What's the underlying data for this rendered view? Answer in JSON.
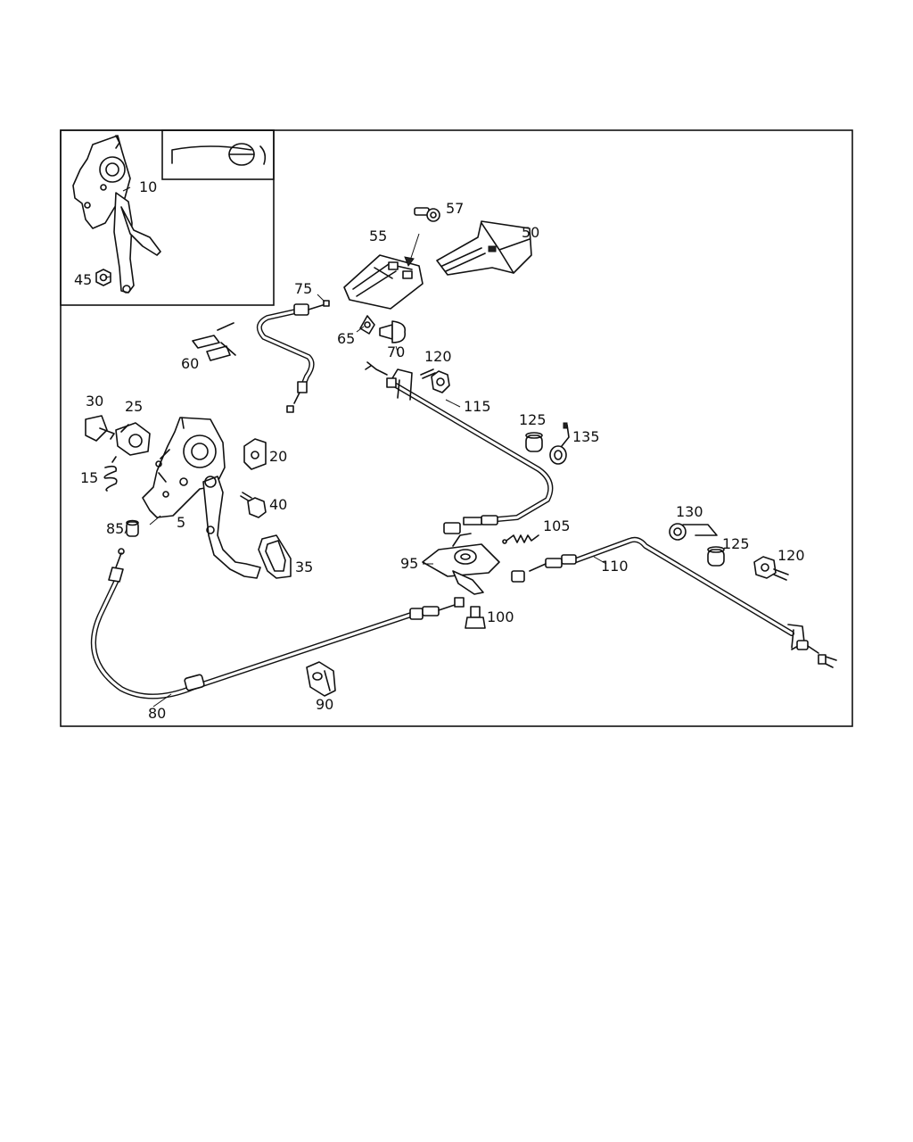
{
  "diagram": {
    "callouts": {
      "c5": "5",
      "c10": "10",
      "c15": "15",
      "c20": "20",
      "c25": "25",
      "c30": "30",
      "c35": "35",
      "c40": "40",
      "c45": "45",
      "c50": "50",
      "c55": "55",
      "c57": "57",
      "c60": "60",
      "c65": "65",
      "c70": "70",
      "c75": "75",
      "c80": "80",
      "c85": "85",
      "c90": "90",
      "c95": "95",
      "c100": "100",
      "c105": "105",
      "c110": "110",
      "c115": "115",
      "c120a": "120",
      "c120b": "120",
      "c125a": "125",
      "c125b": "125",
      "c130": "130",
      "c135": "135"
    },
    "colors": {
      "ink": "#111111",
      "paper": "#ffffff"
    }
  }
}
